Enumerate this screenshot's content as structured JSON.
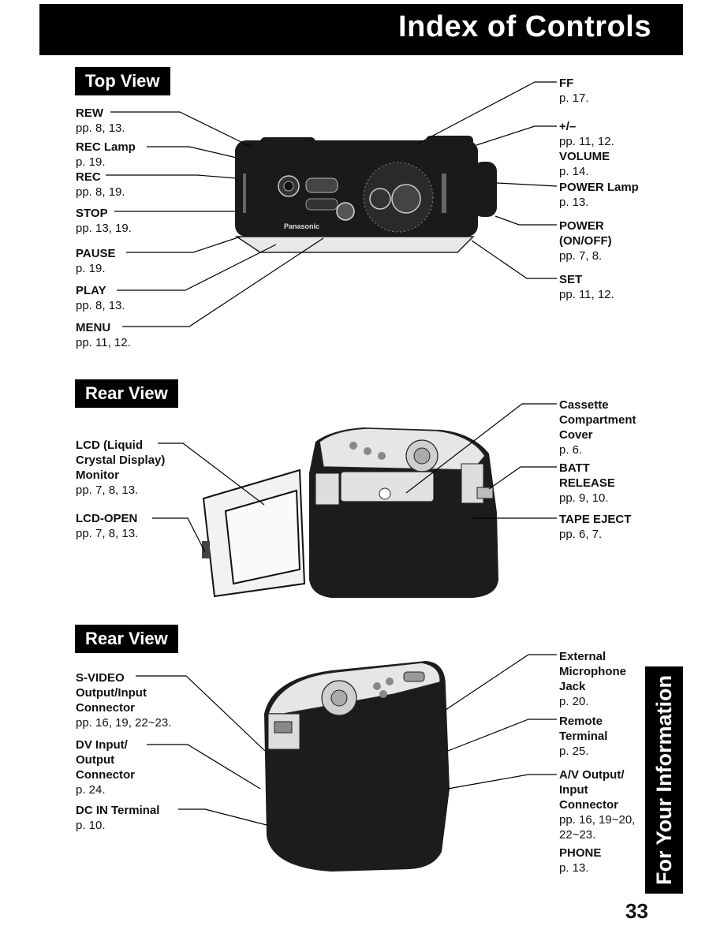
{
  "header": {
    "title": "Index of Controls"
  },
  "sections": {
    "top": {
      "label": "Top View"
    },
    "rear1": {
      "label": "Rear View"
    },
    "rear2": {
      "label": "Rear View"
    }
  },
  "top_left": [
    {
      "name": "REW",
      "pages": "pp. 8, 13."
    },
    {
      "name": "REC Lamp",
      "pages": "p. 19."
    },
    {
      "name": "REC",
      "pages": "pp. 8, 19."
    },
    {
      "name": "STOP",
      "pages": "pp. 13, 19."
    },
    {
      "name": "PAUSE",
      "pages": "p. 19."
    },
    {
      "name": "PLAY",
      "pages": "pp. 8, 13."
    },
    {
      "name": "MENU",
      "pages": "pp. 11, 12."
    }
  ],
  "top_right": [
    {
      "name": "FF",
      "pages": "p. 17."
    },
    {
      "name": "+/–",
      "pages": "pp. 11, 12."
    },
    {
      "name": "VOLUME",
      "pages": "p. 14."
    },
    {
      "name": "POWER Lamp",
      "pages": "p. 13."
    },
    {
      "name": "POWER",
      "name2": "(ON/OFF)",
      "pages": "pp. 7, 8."
    },
    {
      "name": "SET",
      "pages": "pp. 11, 12."
    }
  ],
  "rear1_left": [
    {
      "name": "LCD (Liquid",
      "name2": "Crystal Display)",
      "name3": "Monitor",
      "pages": "pp. 7, 8, 13."
    },
    {
      "name": "LCD-OPEN",
      "pages": "pp. 7, 8, 13."
    }
  ],
  "rear1_right": [
    {
      "name": "Cassette",
      "name2": "Compartment",
      "name3": "Cover",
      "pages": "p. 6."
    },
    {
      "name": "BATT",
      "name2": "RELEASE",
      "pages": "pp. 9, 10."
    },
    {
      "name": "TAPE EJECT",
      "pages": "pp. 6, 7."
    }
  ],
  "rear2_left": [
    {
      "name": "S-VIDEO",
      "name2": "Output/Input",
      "name3": "Connector",
      "pages": "pp. 16, 19, 22~23."
    },
    {
      "name": "DV Input/",
      "name2": "Output",
      "name3": "Connector",
      "pages": "p. 24."
    },
    {
      "name": "DC IN Terminal",
      "pages": "p. 10."
    }
  ],
  "rear2_right": [
    {
      "name": "External",
      "name2": "Microphone",
      "name3": "Jack",
      "pages": "p. 20."
    },
    {
      "name": "Remote",
      "name2": "Terminal",
      "pages": "p. 25."
    },
    {
      "name": "A/V Output/",
      "name2": "Input",
      "name3": "Connector",
      "pages": "pp. 16, 19~20,",
      "pages2": "22~23."
    },
    {
      "name": "PHONE",
      "pages": "p. 13."
    }
  ],
  "camera_brand": "Panasonic",
  "side_tab": "For Your Information",
  "page_number": "33"
}
